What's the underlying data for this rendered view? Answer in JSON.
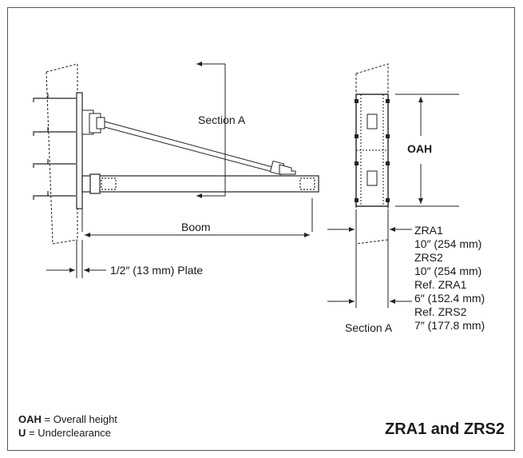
{
  "diagram": {
    "title": "ZRA1 and ZRS2",
    "labels": {
      "section_a_top": "Section A",
      "section_a_bottom": "Section A",
      "boom": "Boom",
      "plate": "1/2″ (13 mm) Plate",
      "oah": "OAH"
    },
    "dimensions": [
      "ZRA1",
      "10″ (254 mm)",
      "ZRS2",
      "10″ (254 mm)",
      "Ref. ZRA1",
      "6″ (152.4 mm)",
      "Ref. ZRS2",
      "7″ (177.8 mm)"
    ],
    "legend": [
      {
        "term": "OAH",
        "definition": " = Overall height"
      },
      {
        "term": "U",
        "definition": " = Underclearance"
      }
    ]
  }
}
